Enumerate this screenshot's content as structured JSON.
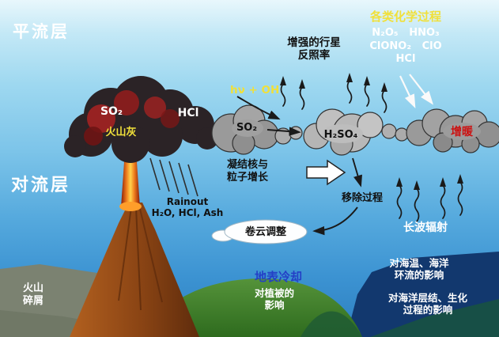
{
  "labels": {
    "stratosphere": "平流层",
    "troposphere": "对流层",
    "chem_title": "各类化学过程",
    "chem_line1": "N₂O₅   HNO₃",
    "chem_line2": "ClONO₂   ClO",
    "chem_line3": "HCl",
    "albedo_line1": "增强的行星",
    "albedo_line2": "反照率",
    "photolysis": "hν + OH",
    "so2_eruption": "SO₂",
    "volcanic_ash": "火山灰",
    "hcl_eruption": "HCl",
    "so2_aerosol": "SO₂",
    "h2so4": "H₂SO₄",
    "warming": "增暖",
    "nucleation_line1": "凝结核与",
    "nucleation_line2": "粒子增长",
    "removal": "移除过程",
    "rainout_line1": "Rainout",
    "rainout_line2": "H₂O, HCl, Ash",
    "cirrus": "卷云调整",
    "longwave": "长波辐射",
    "surface_cooling": "地表冷却",
    "vegetation_line1": "对植被的",
    "vegetation_line2": "影响",
    "ocean_temp_line1": "对海温、海洋",
    "ocean_temp_line2": "环流的影响",
    "ocean_bgc_line1": "对海洋层结、生化",
    "ocean_bgc_line2": "过程的影响",
    "debris_line1": "火山",
    "debris_line2": "碎屑"
  },
  "colors": {
    "yellow": "#f0e03a",
    "warming_red": "#cc1111",
    "cooling_blue": "#2440c6"
  }
}
